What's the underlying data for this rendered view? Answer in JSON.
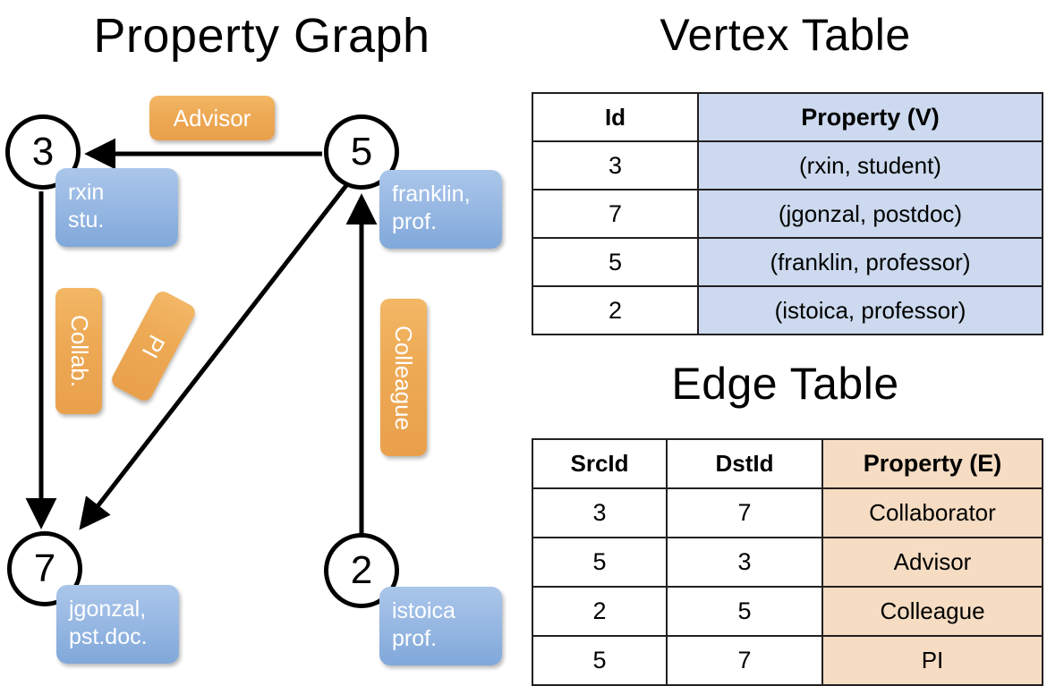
{
  "titles": {
    "property_graph": "Property Graph",
    "vertex_table": "Vertex Table",
    "edge_table": "Edge Table"
  },
  "graph": {
    "vertices": [
      {
        "id": "3",
        "property": "rxin\nstu."
      },
      {
        "id": "5",
        "property": "franklin,\nprof."
      },
      {
        "id": "7",
        "property": "jgonzal,\npst.doc."
      },
      {
        "id": "2",
        "property": "istoica\nprof."
      }
    ],
    "edge_labels": [
      {
        "name": "advisor",
        "text": "Advisor"
      },
      {
        "name": "collab",
        "text": "Collab."
      },
      {
        "name": "pi",
        "text": "PI"
      },
      {
        "name": "colleague",
        "text": "Colleague"
      }
    ],
    "edges": [
      {
        "src": "5",
        "dst": "3",
        "label": "Advisor"
      },
      {
        "src": "3",
        "dst": "7",
        "label": "Collab."
      },
      {
        "src": "5",
        "dst": "7",
        "label": "PI"
      },
      {
        "src": "2",
        "dst": "5",
        "label": "Colleague"
      }
    ]
  },
  "vertex_table": {
    "headers": [
      "Id",
      "Property (V)"
    ],
    "rows": [
      {
        "id": "3",
        "property": "(rxin, student)"
      },
      {
        "id": "7",
        "property": "(jgonzal, postdoc)"
      },
      {
        "id": "5",
        "property": "(franklin, professor)"
      },
      {
        "id": "2",
        "property": "(istoica, professor)"
      }
    ]
  },
  "edge_table": {
    "headers": [
      "SrcId",
      "DstId",
      "Property (E)"
    ],
    "rows": [
      {
        "src": "3",
        "dst": "7",
        "property": "Collaborator"
      },
      {
        "src": "5",
        "dst": "3",
        "property": "Advisor"
      },
      {
        "src": "2",
        "dst": "5",
        "property": "Colleague"
      },
      {
        "src": "5",
        "dst": "7",
        "property": "PI"
      }
    ]
  },
  "colors": {
    "vertex_box": "#9dbce5",
    "edge_box": "#eda954",
    "vertex_table_header": "#ccd9ee",
    "edge_table_header": "#f5dcc2",
    "stroke": "#000000"
  }
}
